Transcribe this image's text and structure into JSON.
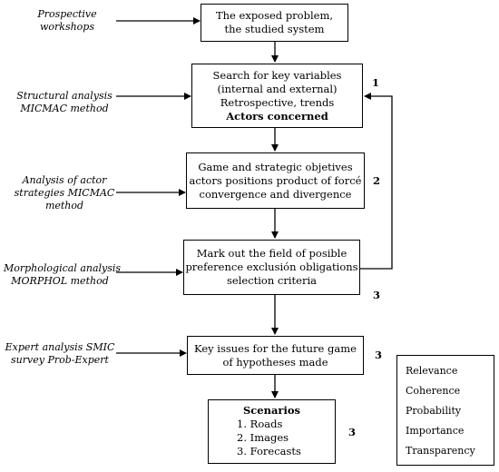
{
  "left_labels": [
    [
      "Prospective",
      "workshops"
    ],
    [
      "Structural analysis",
      "MICMAC method"
    ],
    [
      "Analysis of actor",
      "strategies MICMAC",
      "method"
    ],
    [
      "Morphological analysis",
      "MORPHOL method"
    ],
    [
      "Expert analysis SMIC",
      "survey Prob-Expert"
    ]
  ],
  "boxes": [
    [
      "The exposed problem,",
      "the studied system"
    ],
    [
      "Search for key variables",
      "(internal and external)",
      "Retrospective, trends"
    ],
    [
      "Game and strategic objetives",
      "actors positions product of forcé",
      "convergence and divergence"
    ],
    [
      "Mark out the field of posible",
      "preference exclusión obligations",
      "selection criteria"
    ],
    [
      "Key issues for the future game",
      "of hypotheses made"
    ]
  ],
  "box2_bold": "Actors concerned",
  "scenarios": {
    "title": "Scenarios",
    "items": [
      "1.   Roads",
      "2.   Images",
      "3.   Forecasts"
    ]
  },
  "step_numbers": [
    "1",
    "2",
    "3",
    "3",
    "3"
  ],
  "criteria": [
    "Relevance",
    "Coherence",
    "Probability",
    "Importance",
    "Transparency"
  ]
}
